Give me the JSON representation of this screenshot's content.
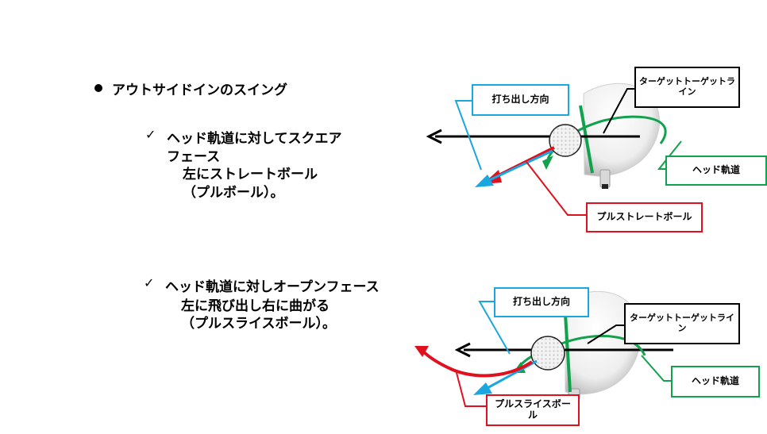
{
  "main_bullet": "アウトサイドインのスイング",
  "check_mark": "✓",
  "case1": {
    "line1": "ヘッド軌道に対してスクエア",
    "line2": "フェース",
    "line3": "左にストレートボール",
    "line4": "（プルボール）。"
  },
  "case2": {
    "line1": "ヘッド軌道に対しオープンフェース",
    "line2": "左に飛び出し右に曲がる",
    "line3": "（プルスライスボール）。"
  },
  "diagram1": {
    "launch_direction": "打ち出し方向",
    "target_line": "ターゲットトーゲットライン",
    "head_path": "ヘッド軌道",
    "ball_label": "プルストレートボール"
  },
  "diagram2": {
    "launch_direction": "打ち出し方向",
    "target_line": "ターゲットトーゲットライン",
    "head_path": "ヘッド軌道",
    "ball_label": "プルスライスボール"
  },
  "colors": {
    "blue": "#1aa7e0",
    "green": "#12a14c",
    "red": "#e0101e"
  }
}
